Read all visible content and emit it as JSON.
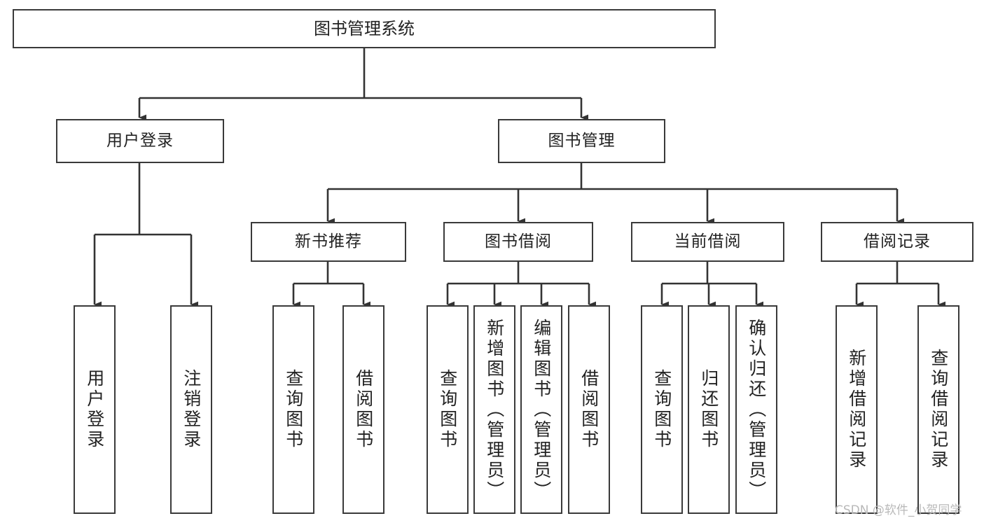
{
  "diagram": {
    "title_node": {
      "label": "图书管理系统"
    },
    "level2": [
      {
        "id": "user-login",
        "label": "用户登录"
      },
      {
        "id": "book-management",
        "label": "图书管理"
      }
    ],
    "level3": [
      {
        "id": "new-book-recommend",
        "label": "新书推荐"
      },
      {
        "id": "book-borrow",
        "label": "图书借阅"
      },
      {
        "id": "current-borrow",
        "label": "当前借阅"
      },
      {
        "id": "borrow-record",
        "label": "借阅记录"
      }
    ],
    "leaves": {
      "user_login": [
        {
          "id": "leaf-user-login",
          "label": "用户登录"
        },
        {
          "id": "leaf-logout-login",
          "label": "注销登录"
        }
      ],
      "new_book_recommend": [
        {
          "id": "leaf-query-book-1",
          "label": "查询图书"
        },
        {
          "id": "leaf-borrow-book-1",
          "label": "借阅图书"
        }
      ],
      "book_borrow": [
        {
          "id": "leaf-query-book-2",
          "label": "查询图书"
        },
        {
          "id": "leaf-add-book",
          "label": "新增图书（管理员）"
        },
        {
          "id": "leaf-edit-book",
          "label": "编辑图书（管理员）"
        },
        {
          "id": "leaf-borrow-book-2",
          "label": "借阅图书"
        }
      ],
      "current_borrow": [
        {
          "id": "leaf-query-book-3",
          "label": "查询图书"
        },
        {
          "id": "leaf-return-book",
          "label": "归还图书"
        },
        {
          "id": "leaf-confirm-return",
          "label": "确认归还（管理员）"
        }
      ],
      "borrow_record": [
        {
          "id": "leaf-add-record",
          "label": "新增借阅记录"
        },
        {
          "id": "leaf-query-record",
          "label": "查询借阅记录"
        }
      ]
    }
  },
  "watermark": {
    "text": "CSDN @软件_小贺同学"
  },
  "colors": {
    "box_border": "#3a3a3a",
    "box_fill": "#ffffff",
    "connector": "#333333",
    "text": "#222222",
    "watermark": "#b9b9b9",
    "background": "#ffffff"
  }
}
